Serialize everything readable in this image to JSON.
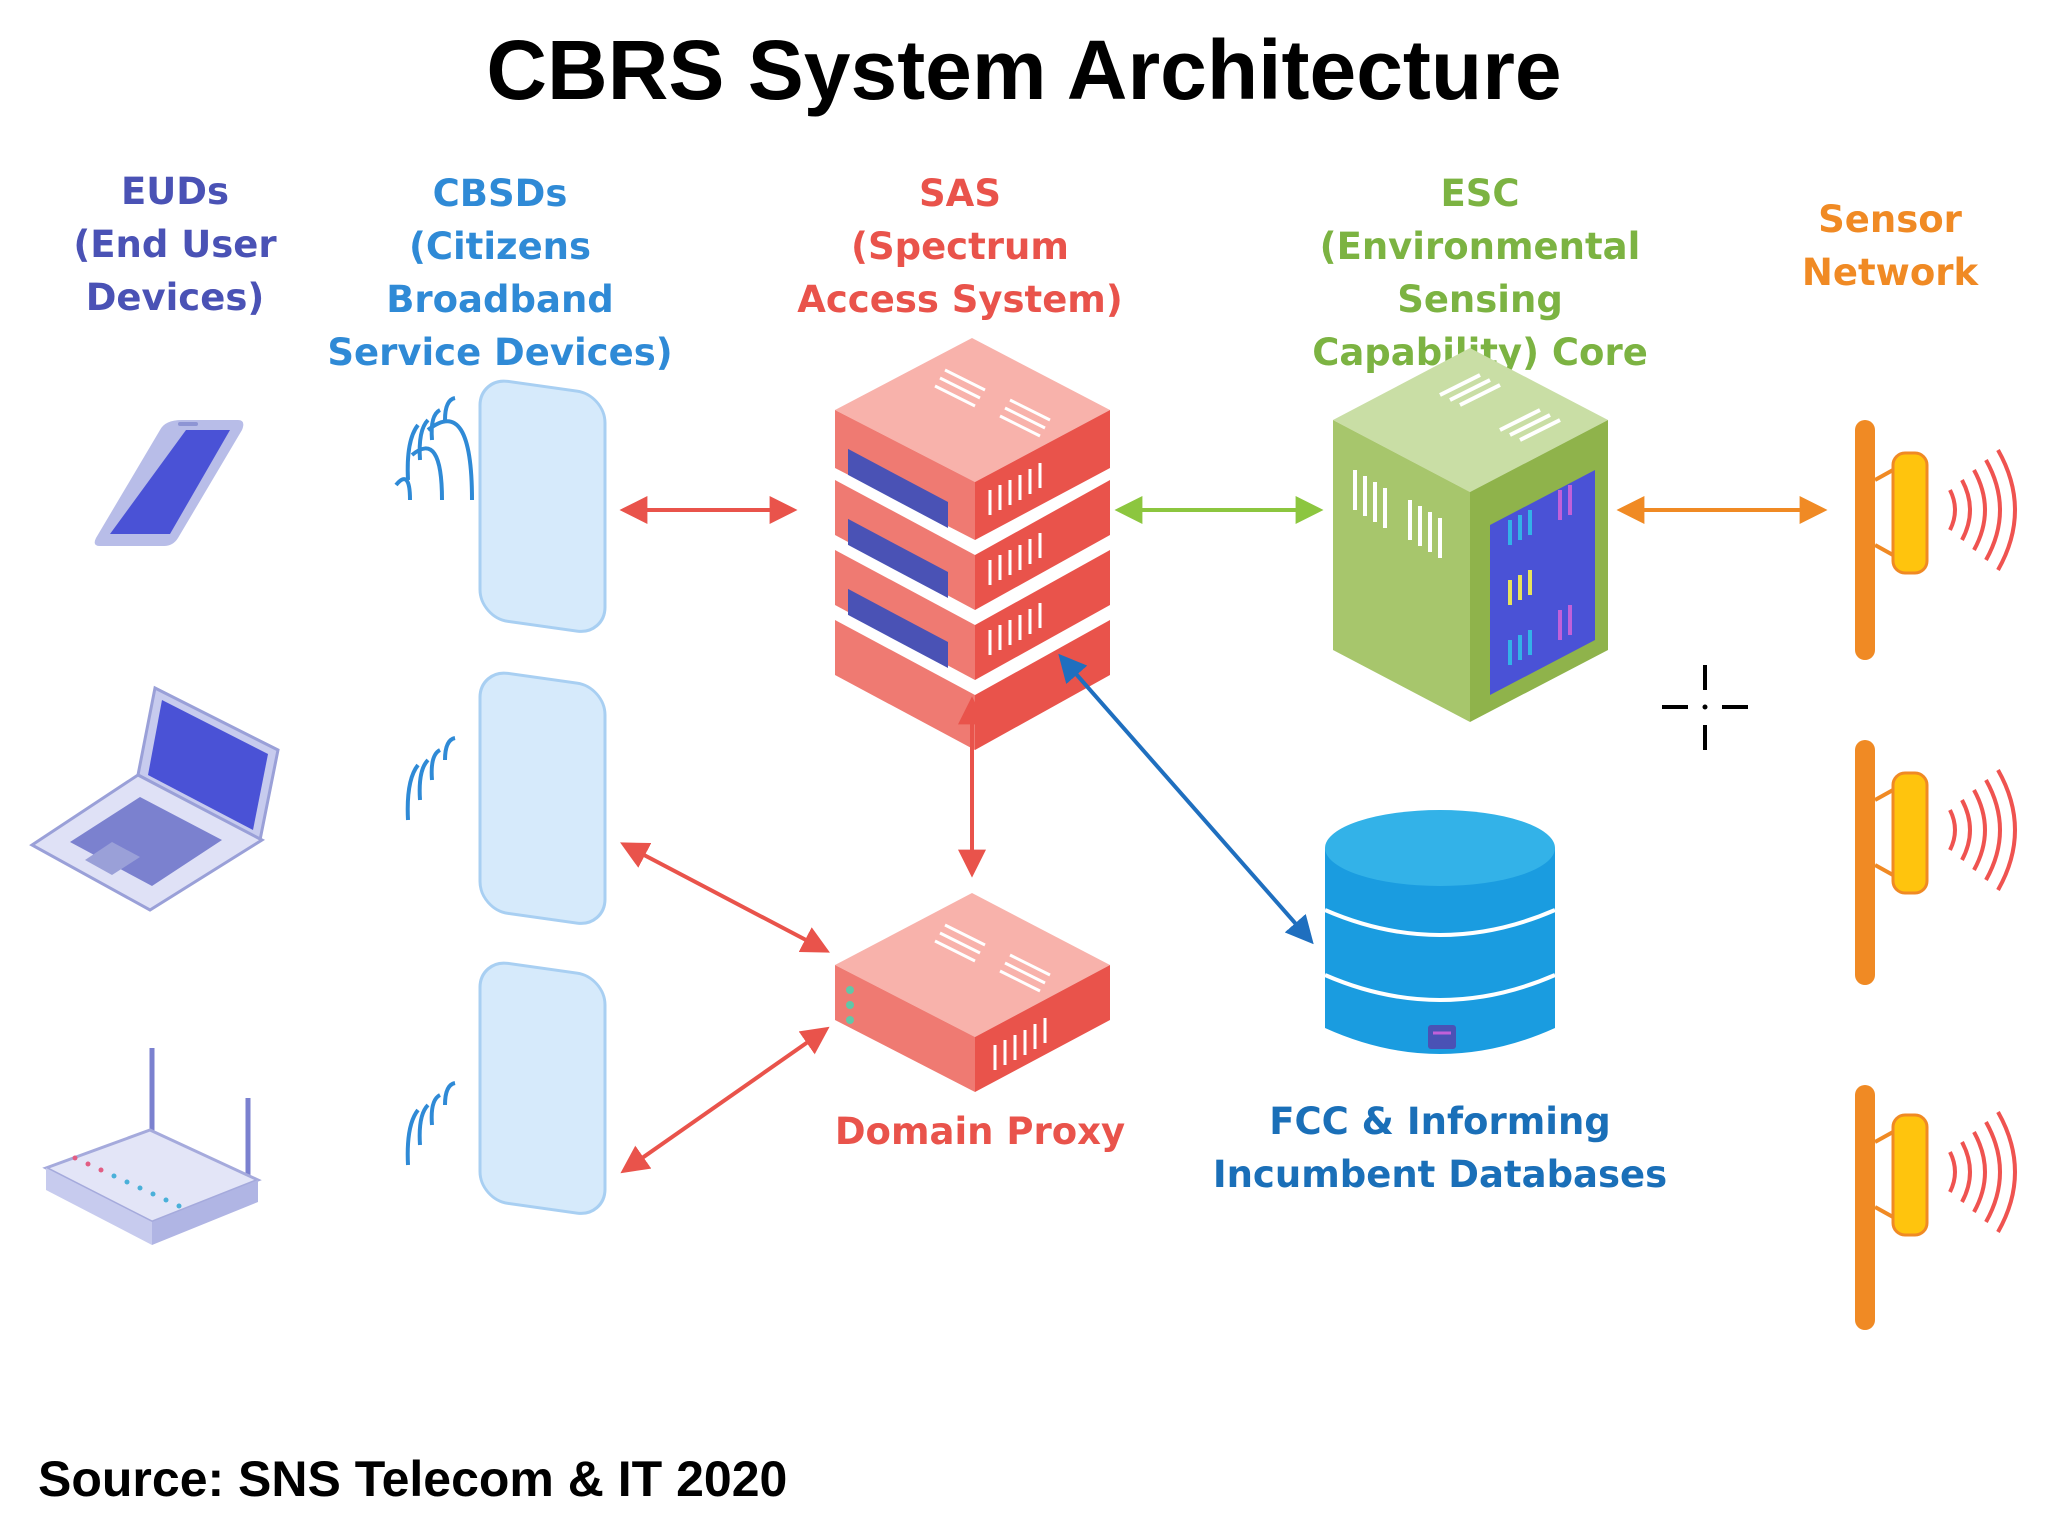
{
  "title": "CBRS System Architecture",
  "source": "Source: SNS Telecom & IT 2020",
  "colors": {
    "euds": "#4a52b5",
    "cbsds": "#2f8ad6",
    "sas": "#e9534b",
    "esc": "#7cb342",
    "sensor": "#f08a24",
    "database": "#1a6fb8",
    "proxy": "#e9534b",
    "green_arrow": "#8cc63f",
    "blue_arrow": "#1f6fbf"
  },
  "columns": {
    "euds": "EUDs\n(End User\nDevices)",
    "cbsds": "CBSDs\n(Citizens Broadband\nService Devices)",
    "sas": "SAS\n(Spectrum\nAccess System)",
    "esc": "ESC\n(Environmental Sensing\nCapability) Core",
    "sensor": "Sensor\nNetwork"
  },
  "nodes": {
    "domain_proxy": "Domain Proxy",
    "fcc_db": "FCC & Informing\nIncumbent Databases"
  },
  "icons": {
    "euds": [
      "smartphone-icon",
      "laptop-icon",
      "router-icon"
    ],
    "cbsds": [
      "access-point-icon",
      "access-point-icon",
      "access-point-icon"
    ],
    "sas": "server-stack-icon",
    "esc": "server-tower-icon",
    "proxy": "server-icon",
    "db": "database-icon",
    "sensors": [
      "antenna-icon",
      "antenna-icon",
      "antenna-icon"
    ],
    "cursor": "crosshair-cursor-icon"
  }
}
